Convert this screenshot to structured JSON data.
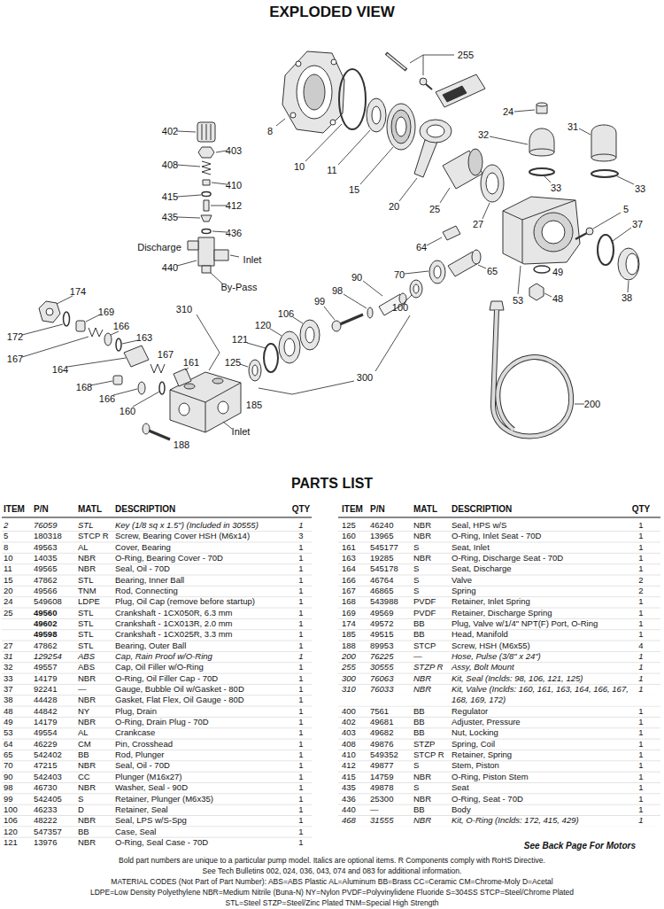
{
  "diagram": {
    "title": "EXPLODED VIEW",
    "labels": [
      "255",
      "8",
      "10",
      "11",
      "15",
      "20",
      "25",
      "27",
      "24",
      "32",
      "31",
      "33",
      "33",
      "5",
      "37",
      "64",
      "70",
      "65",
      "49",
      "53",
      "48",
      "38",
      "90",
      "98",
      "99",
      "100",
      "106",
      "120",
      "121",
      "125",
      "300",
      "200",
      "402",
      "403",
      "408",
      "410",
      "415",
      "412",
      "435",
      "436",
      "440",
      "174",
      "310",
      "169",
      "172",
      "166",
      "163",
      "167",
      "164",
      "167",
      "161",
      "168",
      "166",
      "160",
      "185",
      "188",
      "Discharge",
      "Inlet",
      "By-Pass",
      "Inlet",
      "PARTS LIST",
      "ITEM",
      "P/N",
      "MATL",
      "DESCRIPTION",
      "QTY",
      "ITEM",
      "P/N",
      "MATL",
      "DESCRIPTION",
      "QTY",
      "2",
      "76059",
      "STL",
      "Key (1/8 sq x 1.5\") (Included in 30555)",
      "1",
      "5",
      "180318",
      "STCP R",
      "Screw, Bearing Cover HSH (M6x14)",
      "3",
      "8",
      "49563",
      "AL",
      "Cover, Bearing",
      "1",
      "10",
      "14035",
      "NBR",
      "O-Ring, Bearing Cover - 70D",
      "1",
      "11",
      "49565",
      "NBR",
      "Seal, Oil - 70D",
      "1",
      "15",
      "47862",
      "STL",
      "Bearing, Inner Ball",
      "1",
      "20",
      "49566",
      "TNM",
      "Rod, Connecting",
      "1",
      "24",
      "549608",
      "LDPE",
      "Plug, Oil Cap (remove before startup)",
      "1",
      "25",
      "49560",
      "STL",
      "Crankshaft - 1CX050R, 6.3 mm",
      "1",
      "49602",
      "STL",
      "Crankshaft - 1CX013R, 2.0 mm",
      "1",
      "49598",
      "STL",
      "Crankshaft - 1CX025R, 3.3 mm",
      "1",
      "27",
      "47862",
      "STL",
      "Bearing, Outer Ball",
      "1",
      "31",
      "129254",
      "ABS",
      "Cap, Rain Proof w/O-Ring",
      "1",
      "32",
      "49557",
      "ABS",
      "Cap, Oil Filler w/O-Ring",
      "1",
      "33",
      "14179",
      "NBR",
      "O-Ring, Oil Filler Cap - 70D",
      "1",
      "37",
      "92241",
      "—",
      "Gauge, Bubble Oil w/Gasket - 80D",
      "1",
      "38",
      "44428",
      "NBR",
      "Gasket, Flat Flex, Oil Gauge - 80D",
      "1",
      "48",
      "44842",
      "NY",
      "Plug, Drain",
      "1",
      "49",
      "14179",
      "NBR",
      "O-Ring, Drain Plug - 70D",
      "1",
      "53",
      "49554",
      "AL",
      "Crankcase",
      "1",
      "64",
      "46229",
      "CM",
      "Pin, Crosshead",
      "1",
      "65",
      "542402",
      "BB",
      "Rod, Plunger",
      "1",
      "70",
      "47215",
      "NBR",
      "Seal, Oil - 70D",
      "1",
      "90",
      "542403",
      "CC",
      "Plunger (M16x27)",
      "1",
      "98",
      "46730",
      "NBR",
      "Washer, Seal - 90D",
      "1",
      "99",
      "542405",
      "S",
      "Retainer, Plunger (M6x35)",
      "1",
      "100",
      "46233",
      "D",
      "Retainer, Seal",
      "1",
      "106",
      "48222",
      "NBR",
      "Seal, LPS w/S-Spg",
      "1",
      "120",
      "547357",
      "BB",
      "Case, Seal",
      "1",
      "121",
      "13976",
      "NBR",
      "O-Ring, Seal Case - 70D",
      "1",
      "125",
      "46240",
      "NBR",
      "Seal, HPS w/S",
      "1",
      "160",
      "13965",
      "NBR",
      "O-Ring, Inlet Seat - 70D",
      "1",
      "161",
      "545177",
      "S",
      "Seat, Inlet",
      "1",
      "163",
      "19285",
      "NBR",
      "O-Ring, Discharge Seat - 70D",
      "1",
      "164",
      "545178",
      "S",
      "Seat, Discharge",
      "1",
      "166",
      "46764",
      "S",
      "Valve",
      "2",
      "167",
      "46865",
      "S",
      "Spring",
      "2",
      "168",
      "543988",
      "PVDF",
      "Retainer, Inlet Spring",
      "1",
      "169",
      "49569",
      "PVDF",
      "Retainer, Discharge Spring",
      "1",
      "174",
      "49572",
      "BB",
      "Plug, Valve w/1/4\" NPT(F) Port, O-Ring",
      "1",
      "185",
      "49515",
      "BB",
      "Head, Manifold",
      "1",
      "188",
      "89953",
      "STCP",
      "Screw, HSH (M6x55)",
      "4",
      "200",
      "76225",
      "—",
      "Hose, Pulse (3/8\" x 24\")",
      "1",
      "255",
      "30555",
      "STZP R",
      "Assy, Bolt Mount",
      "1",
      "300",
      "76063",
      "NBR",
      "Kit, Seal (Inclds: 98, 106, 121, 125)",
      "1",
      "310",
      "76033",
      "NBR",
      "Kit, Valve (Inclds: 160, 161, 163, 164, 166, 167, 168, 169, 172)",
      "1",
      "400",
      "7561",
      "BB",
      "Regulator",
      "1",
      "402",
      "49681",
      "BB",
      "Adjuster, Pressure",
      "1",
      "403",
      "49682",
      "BB",
      "Nut, Locking",
      "1",
      "408",
      "49876",
      "STZP",
      "Spring, Coil",
      "1",
      "410",
      "549352",
      "STCP R",
      "Retainer, Spring",
      "1",
      "412",
      "49877",
      "S",
      "Stem, Piston",
      "1",
      "415",
      "14759",
      "NBR",
      "O-Ring, Piston Stem",
      "1",
      "435",
      "49878",
      "S",
      "Seat",
      "1",
      "436",
      "25300",
      "NBR",
      "O-Ring, Seat - 70D",
      "1",
      "440",
      "—",
      "BB",
      "Body",
      "1",
      "468",
      "31555",
      "NBR",
      "Kit, O-Ring (Inclds: 172, 415, 429)",
      "1",
      "See Back Page For Motors",
      "Bold part numbers are unique to a particular pump model. Italics are optional items. R Components comply with RoHS Directive.",
      "See Tech Bulletins 002, 024, 036, 043, 074 and 083 for additional information.",
      "MATERIAL CODES (Not Part of Part Number): ABS=ABS Plastic AL=Aluminum BB=Brass CC=Ceramic CM=Chrome-Moly D=Acetal",
      "LDPE=Low Density Polyethylene NBR=Medium Nitrile (Buna-N) NY=Nylon PVDF=Polyvinylidene Fluoride S=304SS STCP=Steel/Chrome Plated",
      "STL=Steel STZP=Steel/Zinc Plated TNM=Special High Strength"
    ]
  }
}
